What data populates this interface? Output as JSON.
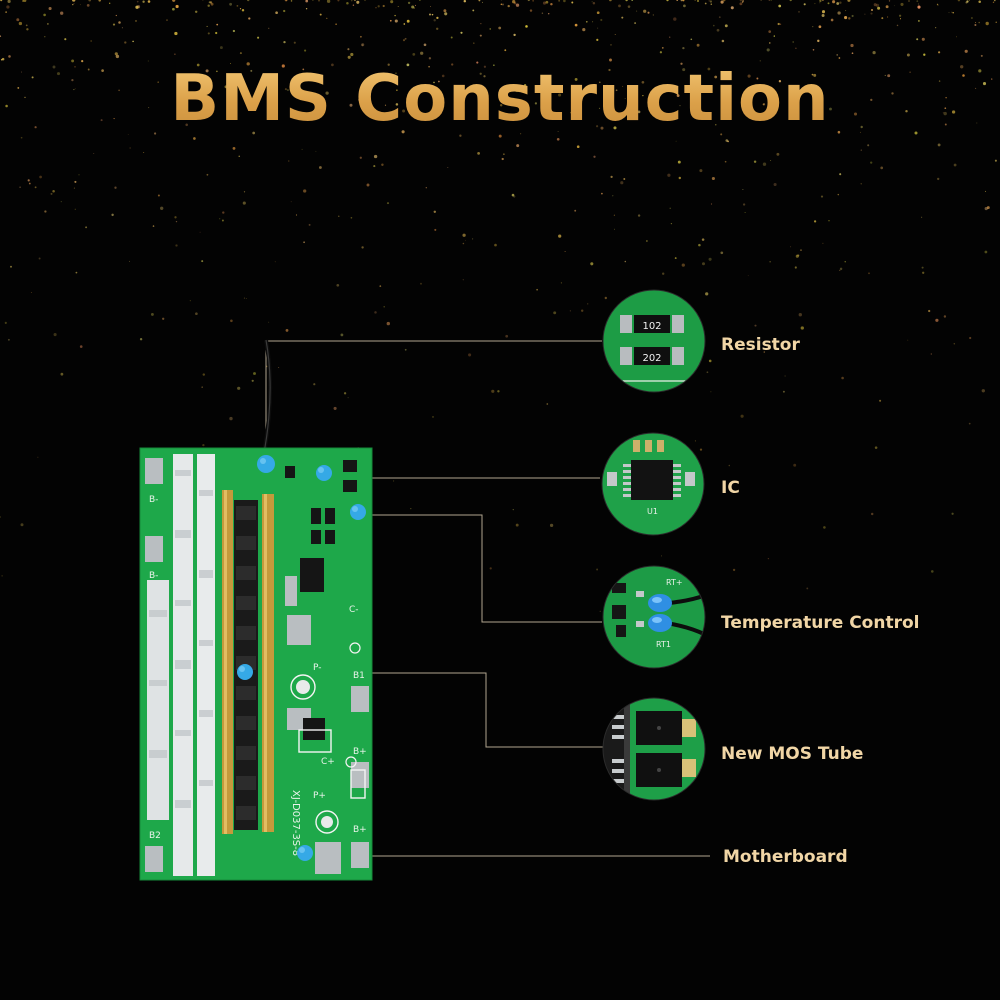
{
  "title": "BMS Construction",
  "accent_color": "#e2ac52",
  "label_color": "#f1d6a6",
  "components": [
    {
      "id": "resistor",
      "label": "Resistor",
      "detail_codes": [
        "102",
        "202"
      ]
    },
    {
      "id": "ic",
      "label": "IC",
      "detail_codes": [
        "U1"
      ]
    },
    {
      "id": "temperature-control",
      "label": "Temperature Control",
      "detail_codes": [
        "RT+",
        "RT1"
      ]
    },
    {
      "id": "mos-tube",
      "label": "New MOS Tube",
      "detail_codes": []
    },
    {
      "id": "motherboard",
      "label": "Motherboard",
      "detail_codes": []
    }
  ],
  "board": {
    "model": "XJ-D037-3S-8",
    "pad_labels": [
      "B-",
      "B-",
      "B2",
      "B1",
      "B+",
      "B+",
      "P-",
      "P+",
      "C-",
      "C+"
    ]
  }
}
